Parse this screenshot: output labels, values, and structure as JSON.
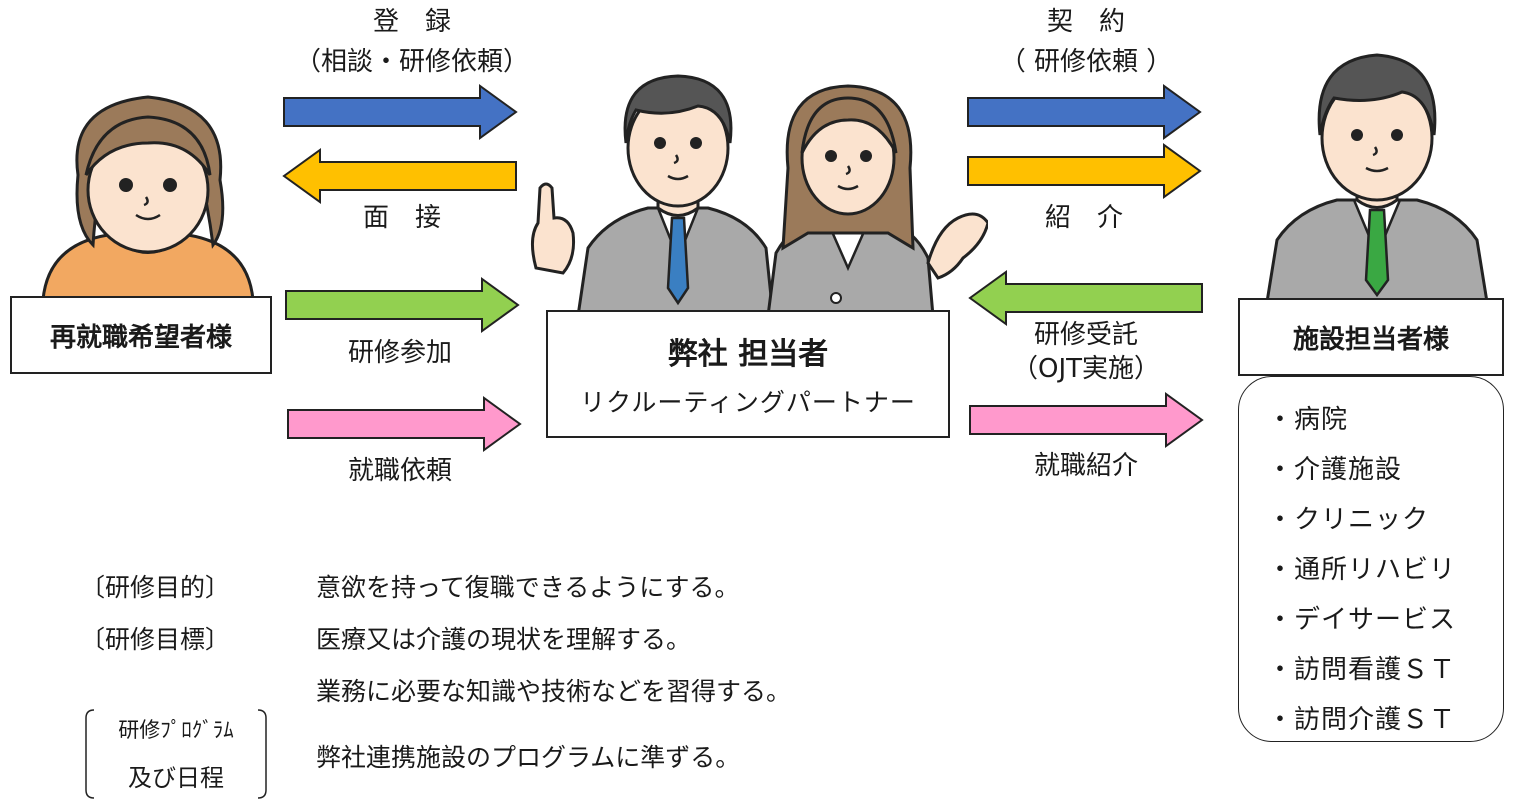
{
  "left_arrows": {
    "register_label_1": "登　録",
    "register_label_2": "（相談・研修依頼）",
    "interview_label": "面　接",
    "training_label": "研修参加",
    "job_request_label": "就職依頼"
  },
  "right_arrows": {
    "contract_label_1": "契　約",
    "contract_label_2": "（ 研修依頼 ）",
    "introduce_label": "紹　介",
    "training_accept_label_1": "研修受託",
    "training_accept_label_2": "（OJT実施）",
    "job_intro_label": "就職紹介"
  },
  "boxes": {
    "seeker": "再就職希望者様",
    "company_title": "弊社 担当者",
    "company_sub": "リクルーティングパートナー",
    "facility": "施設担当者様"
  },
  "facility_types": [
    "・病院",
    "・介護施設",
    "・クリニック",
    "・通所リハビリ",
    "・デイサービス",
    "・訪問看護ＳＴ",
    "・訪問介護ＳＴ"
  ],
  "notes": {
    "purpose_label": "〔研修目的〕",
    "purpose_text": "意欲を持って復職できるようにする。",
    "goal_label": "〔研修目標〕",
    "goal_text_1": "医療又は介護の現状を理解する。",
    "goal_text_2": "業務に必要な知識や技術などを習得する。",
    "program_label_1": "研修ﾌﾟﾛｸﾞﾗﾑ",
    "program_label_2": "及び日程",
    "program_text": "弊社連携施設のプログラムに準ずる。"
  },
  "colors": {
    "blue": "#4472c4",
    "yellow": "#ffc000",
    "green": "#92d050",
    "pink": "#ff99cc",
    "suit_gray": "#a9a9a9",
    "skin": "#fbe3cf",
    "hair_brown": "#9b7a5a",
    "hair_dark": "#555555",
    "orange_shirt": "#f2a861",
    "blue_tie": "#3a7fc2",
    "green_tie": "#3aa843"
  }
}
